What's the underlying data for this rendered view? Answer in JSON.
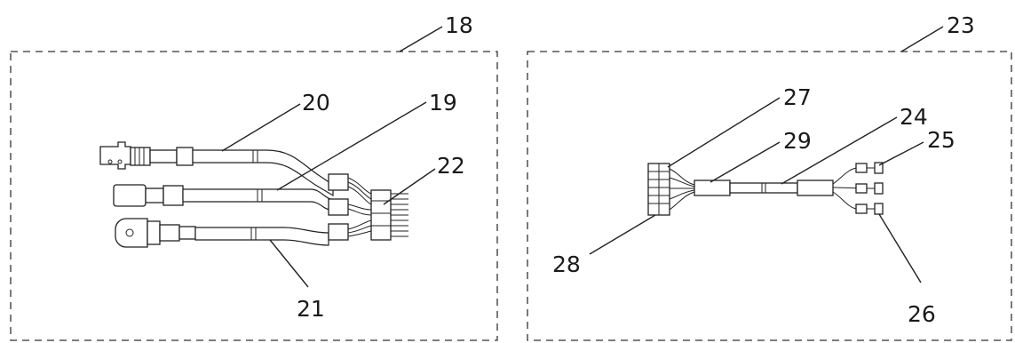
{
  "diagram": {
    "assemblies": [
      {
        "number": "18",
        "callouts": [
          "20",
          "19",
          "22",
          "21"
        ]
      },
      {
        "number": "23",
        "callouts": [
          "27",
          "24",
          "29",
          "25",
          "28",
          "26"
        ]
      }
    ]
  }
}
